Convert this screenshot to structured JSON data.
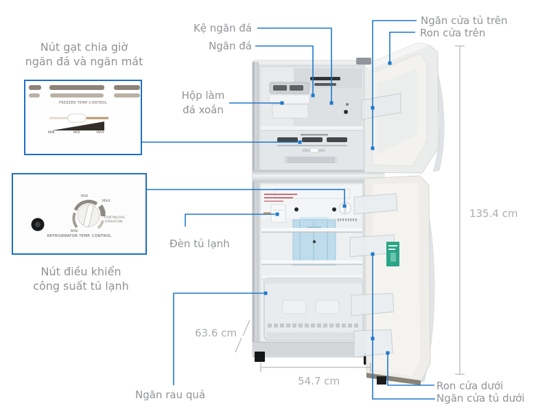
{
  "callouts": {
    "freezer_switch": {
      "line1": "Nút gạt chia giờ",
      "line2": "ngăn đá và ngăn mát"
    },
    "ice_shelf": "Kệ ngăn đá",
    "freezer_compartment": "Ngăn đá",
    "spiral_ice_box": {
      "line1": "Hộp làm",
      "line2": "đá xoắn"
    },
    "fridge_light": "Đèn tủ lạnh",
    "power_control_knob": {
      "line1": "Nút điều khiển",
      "line2": "công suất tủ lạnh"
    },
    "vegetable_drawer": "Ngăn rau quả",
    "upper_door_shelf": "Ngăn cửa tủ trên",
    "upper_door_gasket": "Ron cửa trên",
    "lower_door_gasket": "Ron cửa dưới",
    "lower_door_shelf": "Ngăn cửa tủ dưới"
  },
  "dimensions": {
    "height": "135.4 cm",
    "width": "54.7 cm",
    "depth": "63.6 cm"
  },
  "freezer_control_panel": {
    "title": "FREEZER TEMP CONTROL",
    "scale": [
      "MIN",
      "MID",
      "MAX"
    ]
  },
  "fridge_control_panel": {
    "title": "REFRIGERATOR TEMP. CONTROL",
    "mid": "MID",
    "max": "MAX",
    "min": "MIN",
    "continuous_line1": "CONTINUOUS",
    "continuous_line2": "OPERATION"
  },
  "colors": {
    "callout_line": "#1c77cc",
    "inset_border": "#1b6ec2",
    "label_text": "#8f9296",
    "dimension_text": "#a9adb1",
    "energy_label": "#2ba488"
  }
}
